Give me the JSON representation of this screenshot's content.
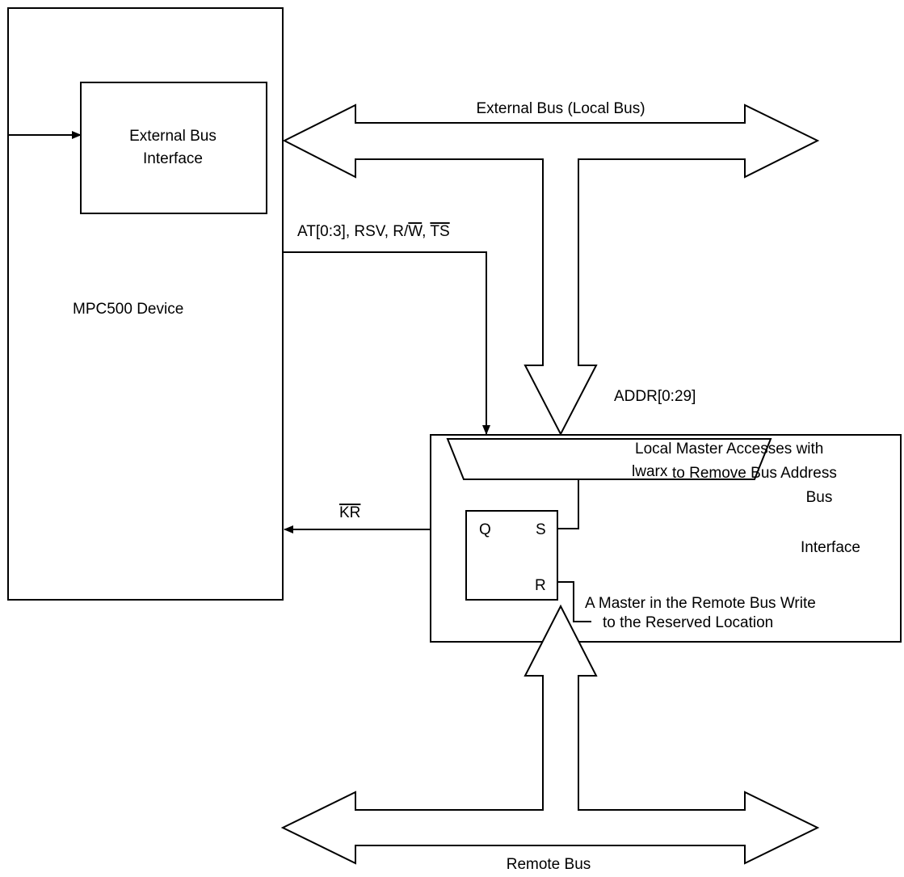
{
  "device": {
    "label": "MPC500 Device",
    "interface_label_line1": "External Bus",
    "interface_label_line2": "Interface"
  },
  "external_bus": {
    "label": "External Bus (Local Bus)"
  },
  "signals": {
    "control_prefix": "AT[0:3], RSV, R/",
    "control_w": "W",
    "control_sep": ", ",
    "control_ts": "TS",
    "address": "ADDR[0:29]",
    "kr": "KR"
  },
  "bus_interface": {
    "label_line1": "Bus",
    "label_line2": "Interface",
    "local_master_line1": "Local Master Accesses with",
    "local_master_line2a": "lwarx",
    "local_master_line2b": "to Remove Bus Address",
    "remote_write_line1": "A Master in the Remote Bus Write",
    "remote_write_line2": "to the Reserved Location"
  },
  "flipflop": {
    "q": "Q",
    "s": "S",
    "r": "R"
  },
  "remote_bus": {
    "label": "Remote Bus"
  }
}
